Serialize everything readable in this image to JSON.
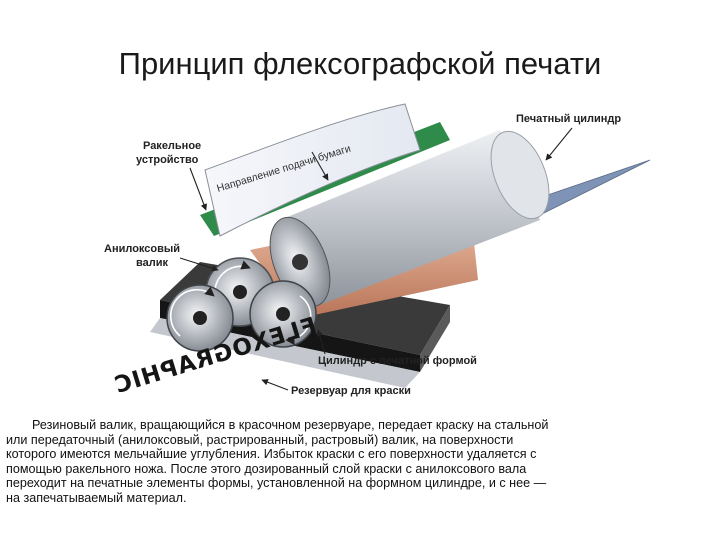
{
  "title": "Принцип флексографской печати",
  "labels": {
    "printing_cylinder": "Печатный цилиндр",
    "doctor_blade_line1": "Ракельное",
    "doctor_blade_line2": "устройство",
    "anilox_line1": "Анилоксовый",
    "anilox_line2": "валик",
    "plate_cylinder": "Цилиндр с печатной формой",
    "ink_reservoir": "Резервуар для краски",
    "paper_direction": "Направление подачи бумаги",
    "brand": "FLEXOGRAPHIC"
  },
  "description": {
    "lines": [
      "Резиновый валик, вращающийся в красочном резервуаре, передает краску на стальной",
      "или передаточный (анилоксовый, растрированный, растровый)  валик, на поверхности",
      "которого имеются мельчайшие углубления. Избыток краски с его поверхности удаляется с",
      "помощью ракельного ножа. После этого дозированный слой краски с анилоксового вала",
      "переходит на печатные элементы формы, установленной на формном цилиндре, и с нее —",
      "на запечатываемый материал."
    ]
  },
  "colors": {
    "paper": "#7f93b6",
    "plate_copper": "#d8987a",
    "doctor_green": "#2e8b4a",
    "reservoir": "#1e1e1e",
    "cylinder_gray": "#c9ccd2"
  }
}
